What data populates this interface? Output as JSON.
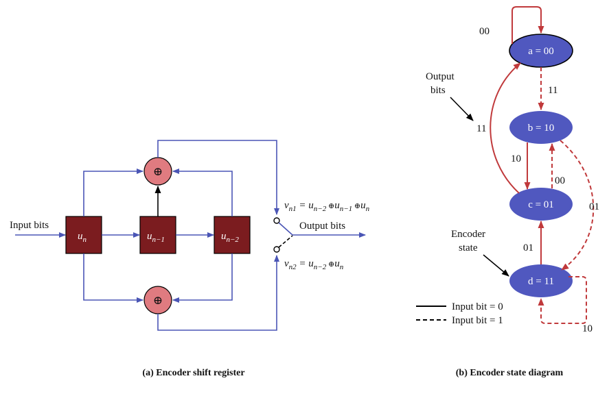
{
  "shift_register": {
    "input_label": "Input bits",
    "output_label": "Output bits",
    "cells": [
      {
        "base": "u",
        "sub": "n"
      },
      {
        "base": "u",
        "sub": "n−1"
      },
      {
        "base": "u",
        "sub": "n−2"
      }
    ],
    "adder_symbol": "⊕",
    "eq_v1": {
      "lhs": "v",
      "lhs_sub": "n1",
      "rhs": "= u",
      "t1": "n−2",
      "t2": "n−1",
      "t3": "n"
    },
    "eq_v2": {
      "lhs": "v",
      "lhs_sub": "n2",
      "rhs": "= u",
      "t1": "n−2",
      "t2": "n"
    },
    "caption": "(a) Encoder shift register"
  },
  "state_diagram": {
    "states": {
      "a": "a = 00",
      "b": "b = 10",
      "c": "c = 01",
      "d": "d = 11"
    },
    "transitions": {
      "a_self": "00",
      "a_b": "11",
      "c_a": "11",
      "b_c": "10",
      "c_b": "00",
      "b_d": "01",
      "d_c": "01",
      "d_self": "10"
    },
    "callouts": {
      "output_bits_1": "Output",
      "output_bits_2": "bits",
      "encoder_state_1": "Encoder",
      "encoder_state_2": "state"
    },
    "legend": {
      "solid": "Input bit = 0",
      "dashed": "Input bit = 1"
    },
    "caption": "(b) Encoder state diagram"
  }
}
